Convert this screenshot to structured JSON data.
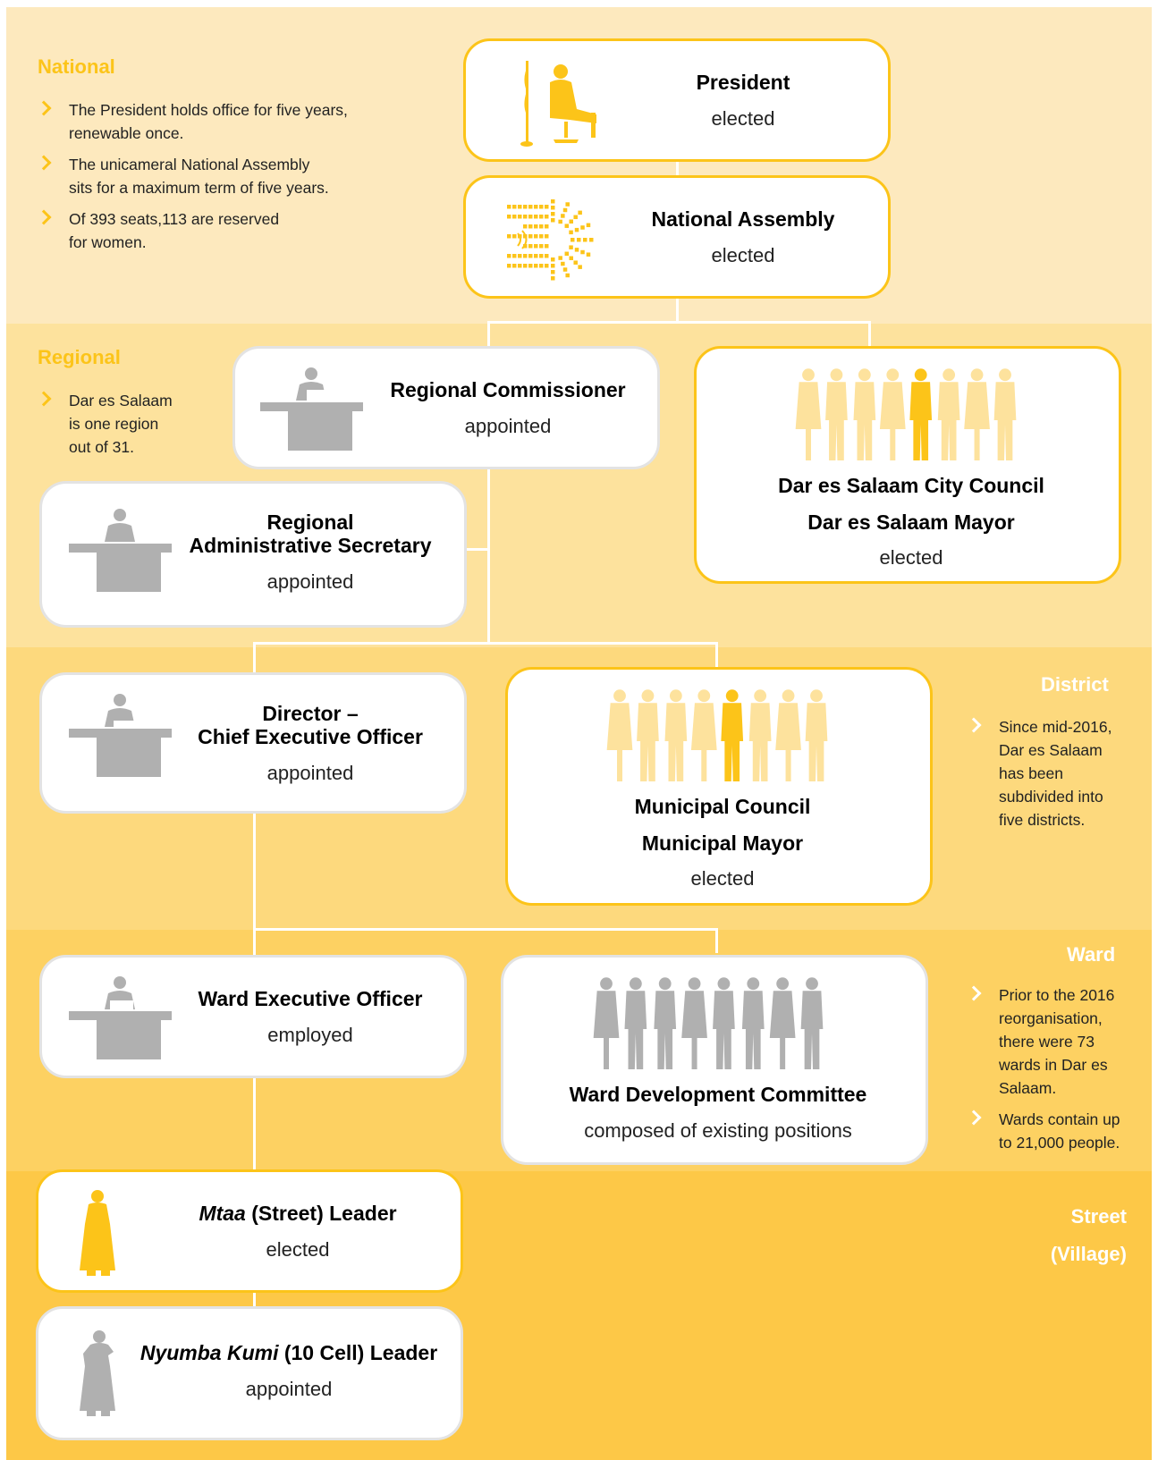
{
  "levels": {
    "national": {
      "title": "National",
      "notes": [
        "The President holds office for five years, renewable once.",
        "The unicameral National Assembly sits for a maximum term of five years.",
        "Of 393 seats,113 are reserved for women."
      ]
    },
    "regional": {
      "title": "Regional",
      "notes": [
        "Dar es Salaam is one region out of 31."
      ]
    },
    "district": {
      "title": "District",
      "notes": [
        "Since mid-2016, Dar es Salaam has been subdivided into five districts."
      ]
    },
    "ward": {
      "title": "Ward",
      "notes": [
        "Prior to the 2016 reorganisation, there were 73 wards in Dar es Salaam.",
        "Wards contain up to 21,000 people."
      ]
    },
    "street": {
      "title_line1": "Street",
      "title_line2": "(Village)"
    }
  },
  "positions": {
    "president": {
      "title": "President",
      "status": "elected"
    },
    "national_assembly": {
      "title": "National Assembly",
      "status": "elected"
    },
    "regional_commissioner": {
      "title": "Regional Commissioner",
      "status": "appointed"
    },
    "city_council": {
      "title": "Dar es Salaam City Council",
      "title2": "Dar es Salaam Mayor",
      "status": "elected"
    },
    "ras": {
      "title_line1": "Regional",
      "title_line2": "Administrative Secretary",
      "status": "appointed"
    },
    "director": {
      "title_line1": "Director –",
      "title_line2": "Chief Executive Officer",
      "status": "appointed"
    },
    "municipal": {
      "title": "Municipal Council",
      "title2": "Municipal Mayor",
      "status": "elected"
    },
    "weo": {
      "title": "Ward Executive Officer",
      "status": "employed"
    },
    "wdc": {
      "title": "Ward Development Committee",
      "status": "composed of existing positions"
    },
    "mtaa": {
      "title_em": "Mtaa",
      "title_rest": " (Street) Leader",
      "status": "elected"
    },
    "nyumba": {
      "title_em": "Nyumba Kumi",
      "title_rest": " (10 Cell) Leader",
      "status": "appointed"
    }
  },
  "icons": {
    "president": "president-seated-icon",
    "national_assembly": "assembly-seating-icon",
    "regional_commissioner": "official-at-desk-icon",
    "city_council": "council-group-icon",
    "ras": "official-at-desk-icon",
    "director": "official-at-desk-icon",
    "municipal": "council-group-icon",
    "weo": "official-at-desk-icon",
    "wdc": "committee-group-icon",
    "mtaa": "street-leader-icon",
    "nyumba": "cell-leader-icon"
  },
  "colors": {
    "accent": "#fcc419",
    "national_band": "#fde9be",
    "regional_band": "#fde29d",
    "district_band": "#fdd97d",
    "ward_band": "#fdd162",
    "street_band": "#fdc847",
    "icon_grey": "#b0b0b0",
    "icon_yellow": "#fcc419",
    "icon_pale": "#fde29d"
  }
}
